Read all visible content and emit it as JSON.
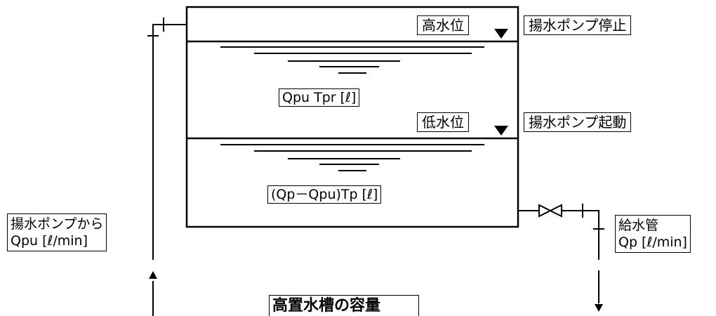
{
  "diagram": {
    "title": "高置水槽の容量",
    "labels": {
      "high_level": "高水位",
      "low_level": "低水位",
      "pump_stop": "揚水ポンプ停止",
      "pump_start": "揚水ポンプ起動",
      "upper_volume": "Qpu Tpr [ℓ]",
      "lower_volume": "(Qp－Qpu)Tp [ℓ]",
      "inflow_line1": "揚水ポンプから",
      "inflow_line2": "Qpu [ℓ/min]",
      "outflow_line1": "給水管",
      "outflow_line2": "Qp [ℓ/min]"
    }
  }
}
